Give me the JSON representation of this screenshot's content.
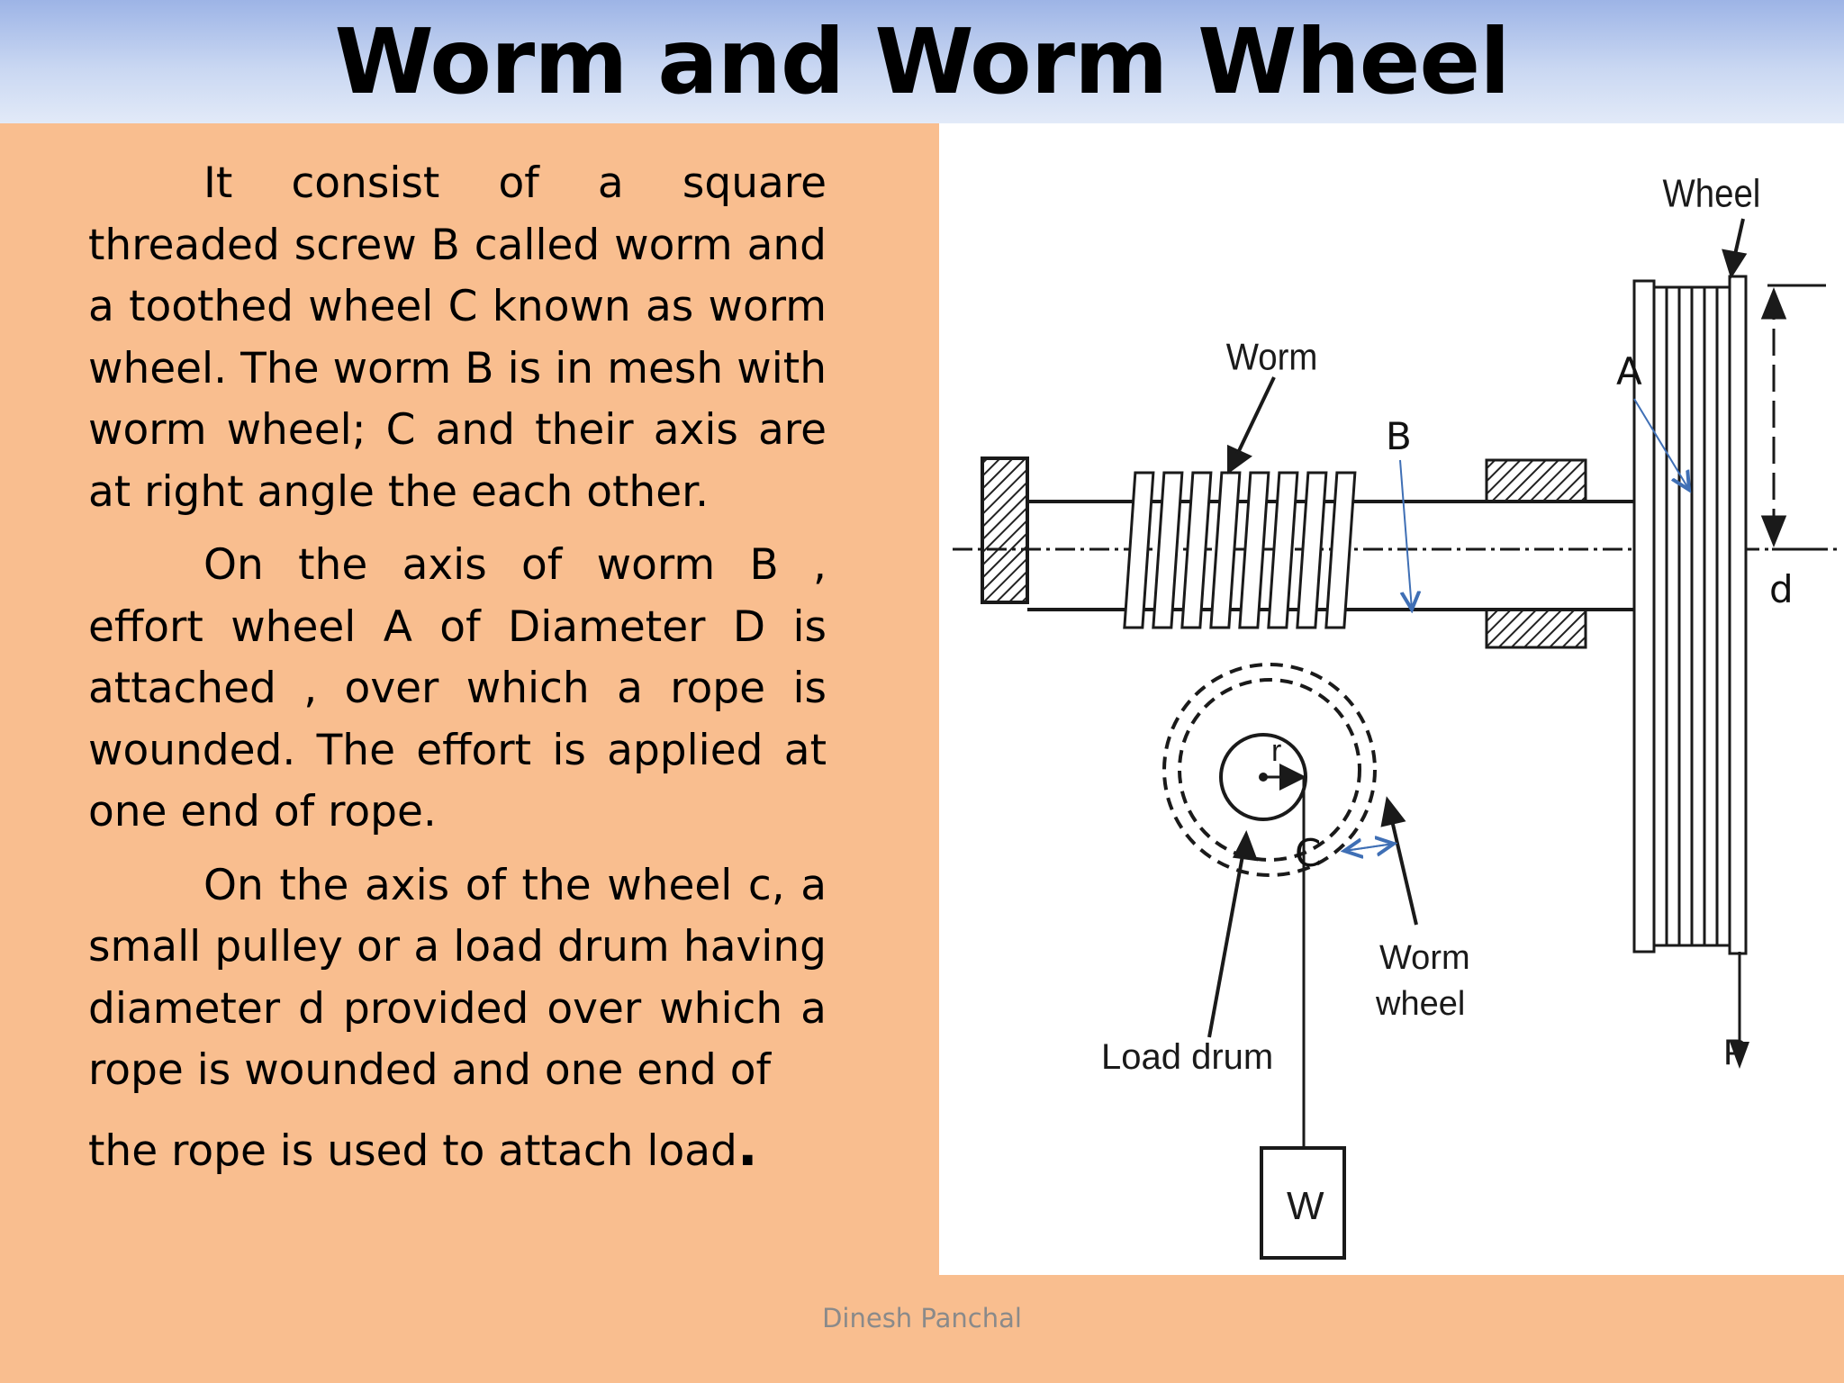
{
  "slide": {
    "title": "Worm and Worm Wheel",
    "paragraphs": [
      "It consist of a square threaded screw B called worm and a toothed wheel C known as worm wheel. The worm B is in mesh with worm wheel; C and their axis are at right angle the each other.",
      "On the axis of worm B , effort wheel A of Diameter D is attached , over which a rope is wounded. The effort is applied at one end of rope.",
      "On the axis of the wheel c, a small pulley or a load drum having diameter d provided over which a rope is wounded and one end of"
    ],
    "last_line": "the rope is used to attach load",
    "last_punct": ".",
    "footer": "Dinesh Panchal"
  },
  "diagram": {
    "labels": {
      "wheel": "Wheel",
      "worm": "Worm",
      "a": "A",
      "b": "B",
      "c": "C",
      "d": "d",
      "r": "r",
      "worm_wheel_1": "Worm",
      "worm_wheel_2": "wheel",
      "load_drum": "Load drum",
      "w": "W",
      "p": "P"
    },
    "colors": {
      "annotation": "#3f6fb5",
      "line": "#1a1a1a"
    }
  }
}
